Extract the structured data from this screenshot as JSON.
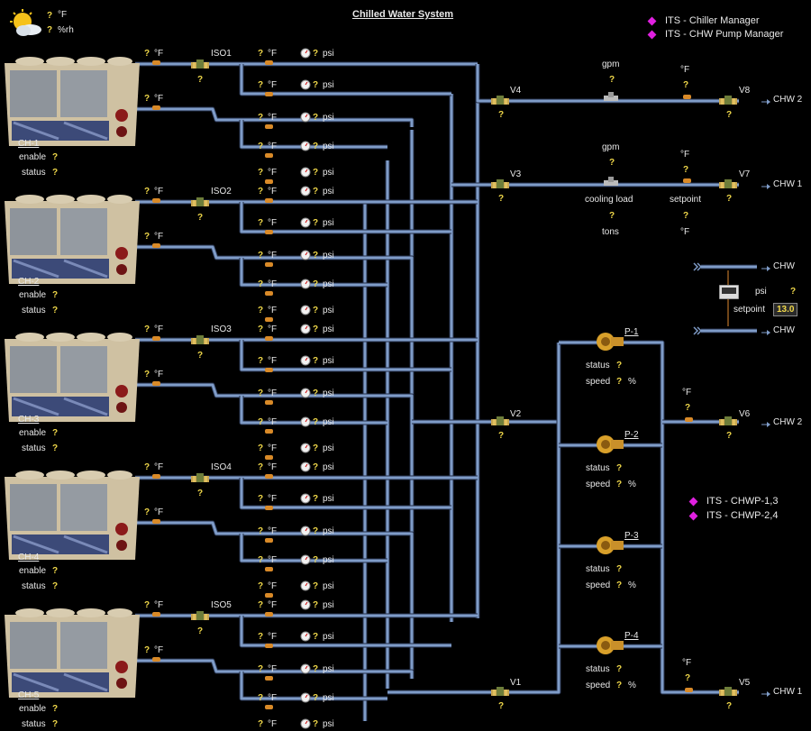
{
  "weather": {
    "temp_value": "?",
    "temp_unit": "°F",
    "rh_value": "?",
    "rh_unit": "%rh"
  },
  "title": "Chilled Water System",
  "links": [
    "ITS - Chiller Manager",
    "ITS - CHW Pump Manager",
    "ITS - CHWP-1,3",
    "ITS - CHWP-2,4"
  ],
  "placeholder": "?",
  "units": {
    "degf": "°F",
    "psi": "psi",
    "gpm": "gpm",
    "tons": "tons",
    "pct": "%"
  },
  "chillers": [
    {
      "name": "CH-1",
      "iso": "ISO1"
    },
    {
      "name": "CH-2",
      "iso": "ISO2"
    },
    {
      "name": "CH-3",
      "iso": "ISO3"
    },
    {
      "name": "CH-4",
      "iso": "ISO4"
    },
    {
      "name": "CH-5",
      "iso": "ISO5"
    }
  ],
  "chiller_labels": {
    "enable": "enable",
    "status": "status"
  },
  "valves": {
    "v1": "V1",
    "v2": "V2",
    "v3": "V3",
    "v4": "V4",
    "v5": "V5",
    "v6": "V6",
    "v7": "V7",
    "v8": "V8"
  },
  "outlets": {
    "chw2_top": "CHW 2",
    "chw1_top": "CHW 1",
    "chw_a": "CHW",
    "chw_b": "CHW",
    "chw2_mid": "CHW 2",
    "chw1_bot": "CHW 1"
  },
  "flow_labels": {
    "cooling_load": "cooling load",
    "setpoint": "setpoint"
  },
  "dp": {
    "psi_label": "psi",
    "setpoint_label": "setpoint",
    "setpoint_value": "13.0"
  },
  "pumps": [
    {
      "name": "P-1"
    },
    {
      "name": "P-2"
    },
    {
      "name": "P-3"
    },
    {
      "name": "P-4"
    }
  ],
  "pump_labels": {
    "status": "status",
    "speed": "speed"
  }
}
